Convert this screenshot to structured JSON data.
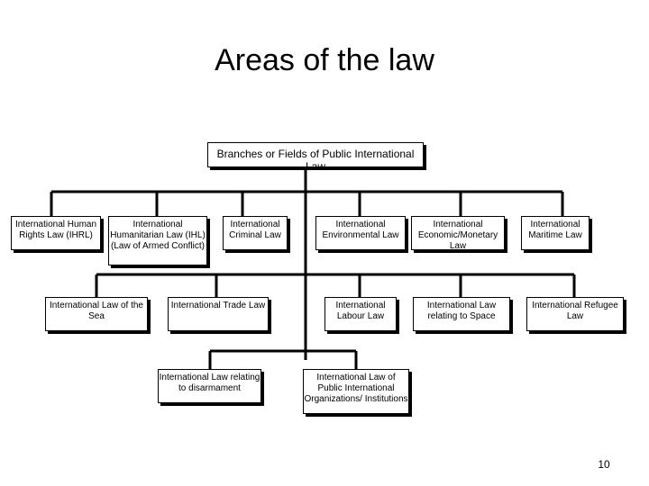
{
  "title": "Areas of the law",
  "root": "Branches or Fields of Public International Law",
  "nodes": {
    "ihrl": "International Human Rights Law (IHRL)",
    "ihl": "International Humanitarian Law (IHL) (Law of Armed Conflict)",
    "criminal": "International Criminal Law",
    "environmental": "International Environmental Law",
    "economic": "International Economic/Monetary Law",
    "maritime": "International Maritime Law",
    "sea": "International Law of the Sea",
    "trade": "International Trade Law",
    "labour": "International Labour Law",
    "space": "International Law relating to Space",
    "refugee": "International Refugee Law",
    "disarmament": "International Law relating to disarmament",
    "organizations": "International Law of Public International Organizations/ Institutions"
  },
  "page_number": "10"
}
